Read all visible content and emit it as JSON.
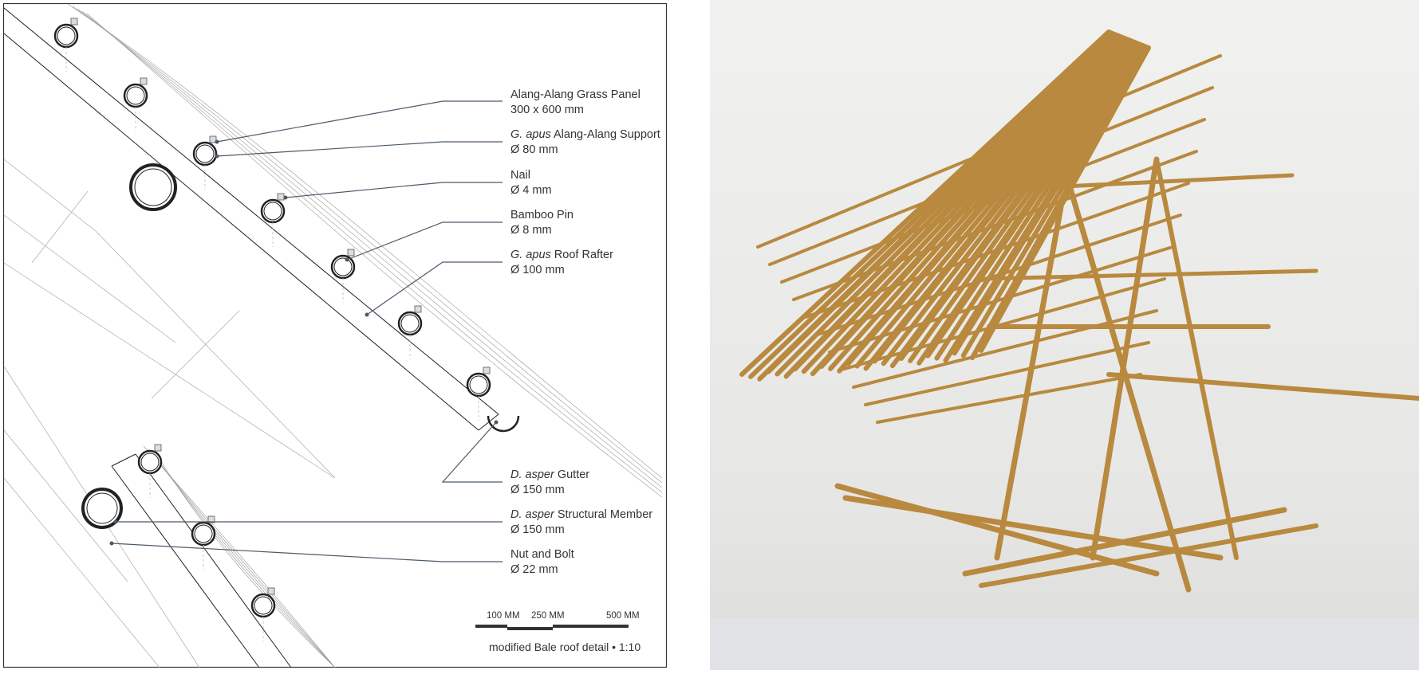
{
  "drawing": {
    "labels": [
      {
        "species": "",
        "name": "Alang-Alang Grass Panel",
        "size": "300 x 600 mm"
      },
      {
        "species": "G. apus",
        "name": " Alang-Alang Support",
        "size": "Ø 80 mm"
      },
      {
        "species": "",
        "name": "Nail",
        "size": "Ø 4 mm"
      },
      {
        "species": "",
        "name": "Bamboo Pin",
        "size": "Ø 8 mm"
      },
      {
        "species": "G. apus",
        "name": " Roof Rafter",
        "size": "Ø 100 mm"
      },
      {
        "species": "D. asper",
        "name": " Gutter",
        "size": "Ø 150 mm"
      },
      {
        "species": "D. asper",
        "name": " Structural Member",
        "size": "Ø 150 mm"
      },
      {
        "species": "",
        "name": "Nut and Bolt",
        "size": "Ø 22 mm"
      }
    ],
    "scale": {
      "ticks": [
        "100 MM",
        "250 MM",
        "500 MM"
      ]
    },
    "caption": "modified Bale roof detail • 1:10",
    "colors": {
      "leader": "#4a5a6a",
      "ink": "#222222"
    }
  },
  "photo": {
    "subject": "bamboo-roof-model",
    "colors": {
      "bamboo": "#b8893e",
      "bg": "#eeeeec"
    }
  }
}
